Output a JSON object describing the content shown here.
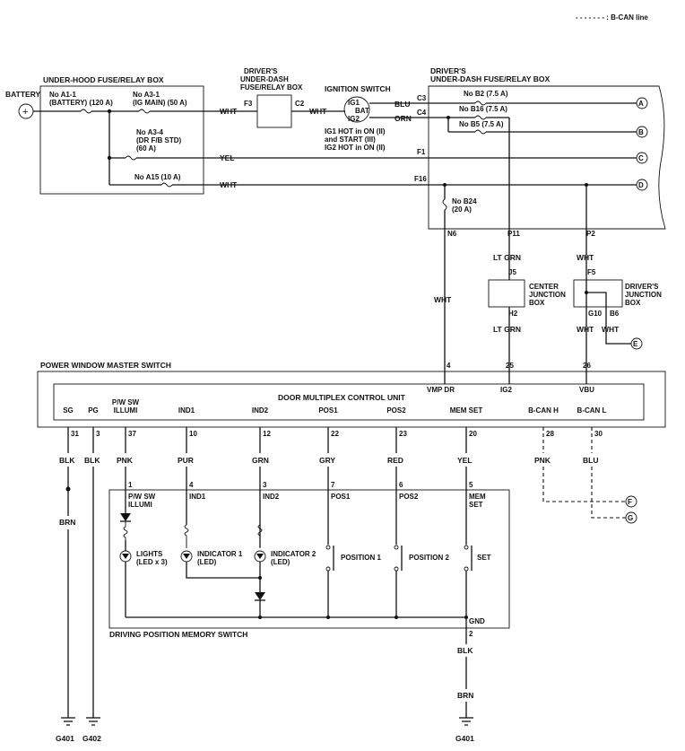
{
  "legend": {
    "bcan": "- - - - - - - : B-CAN line"
  },
  "battery": {
    "label": "BATTERY",
    "symbol": "+"
  },
  "under_hood": {
    "title": "UNDER-HOOD FUSE/RELAY BOX",
    "f1a": "No  A1-1",
    "f1b": "(BATTERY) (120 A)",
    "f2a": "No  A3-1",
    "f2b": "(IG MAIN) (50 A)",
    "f3a": "No  A3-4",
    "f3b": "(DR F/B STD)",
    "f3c": "(60 A)",
    "f4": "No  A15 (10 A)"
  },
  "dash_box_small": {
    "t1": "DRIVER'S",
    "t2": "UNDER-DASH",
    "t3": "FUSE/RELAY BOX",
    "f3": "F3",
    "c2": "C2"
  },
  "ignition": {
    "title": "IGNITION SWITCH",
    "ig1": "IG1",
    "bat": "BAT",
    "ig2": "IG2",
    "n1": "IG1 HOT in ON (II)",
    "n2": "and START (III)",
    "n3": "IG2 HOT in ON (II)"
  },
  "dash_box": {
    "t1": "DRIVER'S",
    "t2": "UNDER-DASH FUSE/RELAY BOX",
    "b2": "No  B2 (7.5 A)",
    "b16": "No  B16 (7.5 A)",
    "b5": "No  B5 (7.5 A)",
    "b24a": "No  B24",
    "b24b": "(20 A)",
    "c3": "C3",
    "c4": "C4",
    "f1": "F1",
    "f16": "F16",
    "n6": "N6",
    "p11": "P11",
    "p2": "P2"
  },
  "wires": {
    "wht": "WHT",
    "yel": "YEL",
    "blu": "BLU",
    "orn": "ORN",
    "ltgrn": "LT GRN",
    "blk": "BLK",
    "brn": "BRN",
    "pnk": "PNK",
    "pur": "PUR",
    "grn": "GRN",
    "gry": "GRY",
    "red": "RED"
  },
  "connectors": {
    "a": "A",
    "b": "B",
    "c": "C",
    "d": "D",
    "e": "E",
    "f": "F",
    "g": "G"
  },
  "center_jb": {
    "j5": "J5",
    "h2": "H2",
    "t1": "CENTER",
    "t2": "JUNCTION",
    "t3": "BOX"
  },
  "driver_jb": {
    "f5": "F5",
    "g10": "G10",
    "b6": "B6",
    "t1": "DRIVER'S",
    "t2": "JUNCTION",
    "t3": "BOX"
  },
  "master": {
    "title": "POWER WINDOW MASTER SWITCH",
    "unit": "DOOR MULTIPLEX CONTROL UNIT",
    "p4": "4",
    "p25": "25",
    "p26": "26",
    "vmp": "VMP DR",
    "ig2": "IG2",
    "vbu": "VBU",
    "pins": [
      {
        "name": "SG",
        "num": "31"
      },
      {
        "name": "PG",
        "num": "3"
      },
      {
        "name": "P/W SW",
        "name2": "ILLUMI",
        "num": "37"
      },
      {
        "name": "IND1",
        "num": "10"
      },
      {
        "name": "IND2",
        "num": "12"
      },
      {
        "name": "POS1",
        "num": "22"
      },
      {
        "name": "POS2",
        "num": "23"
      },
      {
        "name": "MEM SET",
        "num": "20"
      },
      {
        "name": "B-CAN H",
        "num": "28"
      },
      {
        "name": "B-CAN L",
        "num": "30"
      }
    ]
  },
  "memory": {
    "title": "DRIVING POSITION MEMORY SWITCH",
    "gnd": "GND",
    "gndpin": "2",
    "pins": [
      {
        "num": "1",
        "a": "P/W SW",
        "b": "ILLUMI"
      },
      {
        "num": "4",
        "a": "IND1"
      },
      {
        "num": "3",
        "a": "IND2"
      },
      {
        "num": "7",
        "a": "POS1"
      },
      {
        "num": "6",
        "a": "POS2"
      },
      {
        "num": "5",
        "a": "MEM",
        "b": "SET"
      }
    ],
    "lights": "LIGHTS",
    "lights2": "(LED x 3)",
    "ind1": "INDICATOR 1",
    "ind1b": "(LED)",
    "ind2": "INDICATOR 2",
    "ind2b": "(LED)",
    "pos1": "POSITION 1",
    "pos2": "POSITION 2",
    "set": "SET"
  },
  "grounds": {
    "g401": "G401",
    "g402": "G402",
    "g401b": "G401"
  }
}
